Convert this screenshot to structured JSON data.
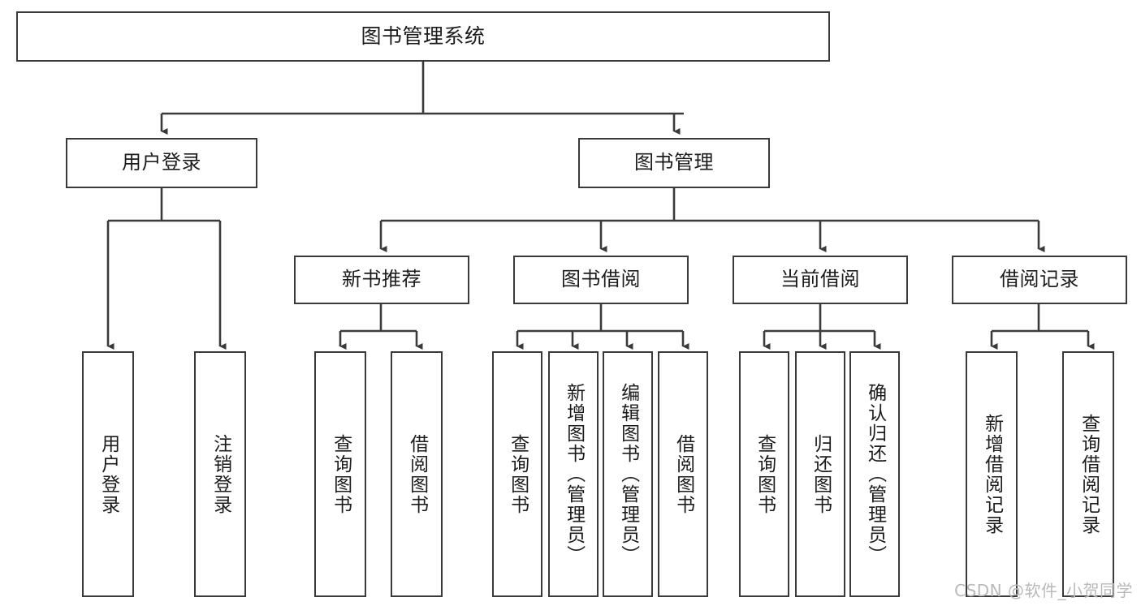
{
  "diagram": {
    "title": "图书管理系统",
    "type": "tree-hierarchy",
    "watermark": "CSDN @软件_小贺同学",
    "colors": {
      "stroke": "#3a3a3a",
      "fill": "#ffffff",
      "text": "#1c1c1c",
      "watermark": "#b9b9b9"
    },
    "root": {
      "label": "图书管理系统"
    },
    "level2": [
      {
        "label": "用户登录"
      },
      {
        "label": "图书管理"
      }
    ],
    "level3": [
      {
        "label": "新书推荐"
      },
      {
        "label": "图书借阅"
      },
      {
        "label": "当前借阅"
      },
      {
        "label": "借阅记录"
      }
    ],
    "leaves": {
      "user_login": [
        {
          "label": "用户登录"
        },
        {
          "label": "注销登录"
        }
      ],
      "new_book_recommend": [
        {
          "label": "查询图书"
        },
        {
          "label": "借阅图书"
        }
      ],
      "book_borrow": [
        {
          "label": "查询图书"
        },
        {
          "label": "新增图书（管理员）"
        },
        {
          "label": "编辑图书（管理员）"
        },
        {
          "label": "借阅图书"
        }
      ],
      "current_borrow": [
        {
          "label": "查询图书"
        },
        {
          "label": "归还图书"
        },
        {
          "label": "确认归还（管理员）"
        }
      ],
      "borrow_record": [
        {
          "label": "新增借阅记录"
        },
        {
          "label": "查询借阅记录"
        }
      ]
    }
  }
}
